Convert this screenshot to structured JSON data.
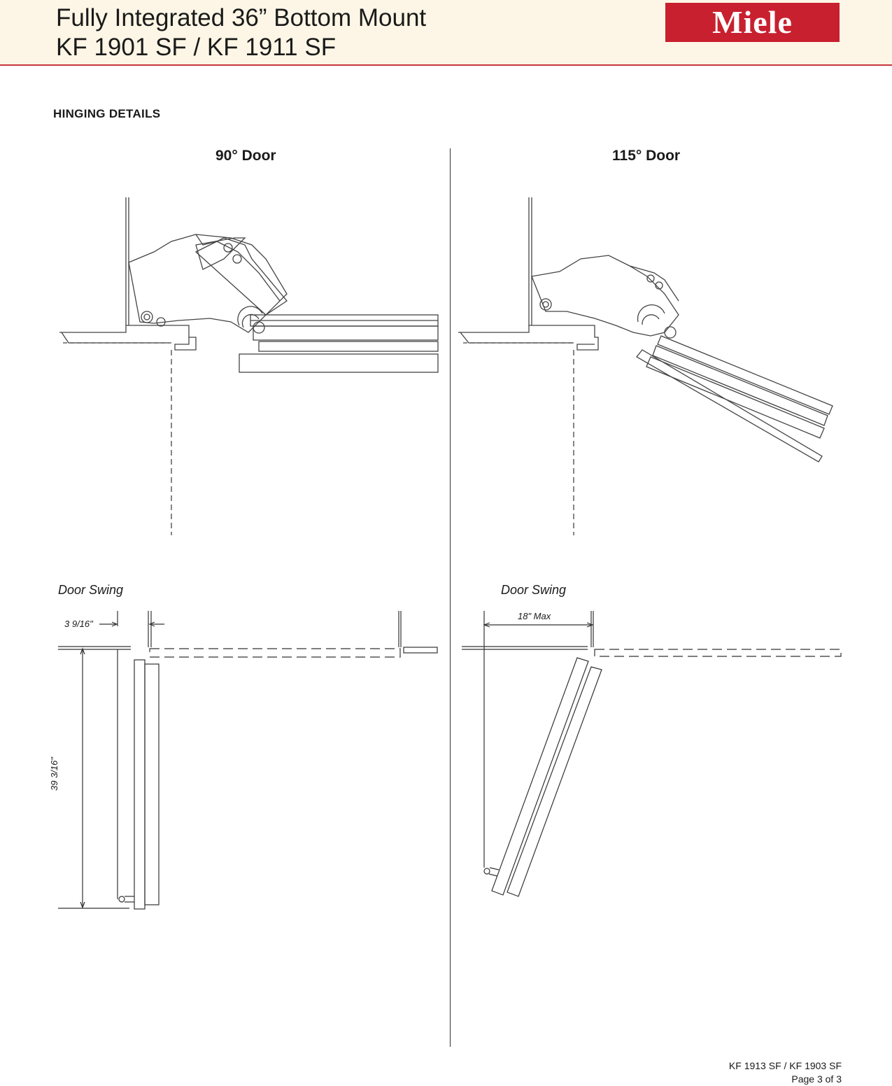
{
  "header": {
    "title_line1": "Fully Integrated 36” Bottom Mount",
    "title_line2": "KF 1901 SF / KF 1911 SF",
    "logo_text": "Miele"
  },
  "section_title": "HINGING DETAILS",
  "left_column": {
    "title": "90° Door",
    "swing_label": "Door Swing",
    "dim_offset": "3 9/16\"",
    "dim_depth": "39 3/16\""
  },
  "right_column": {
    "title": "115° Door",
    "swing_label": "Door Swing",
    "dim_max": "18\" Max"
  },
  "footer": {
    "models": "KF 1913 SF / KF 1903 SF",
    "page": "Page 3 of 3"
  },
  "colors": {
    "brand_red": "#c8202f",
    "header_bg": "#fdf6e6",
    "header_rule": "#c8373c"
  }
}
